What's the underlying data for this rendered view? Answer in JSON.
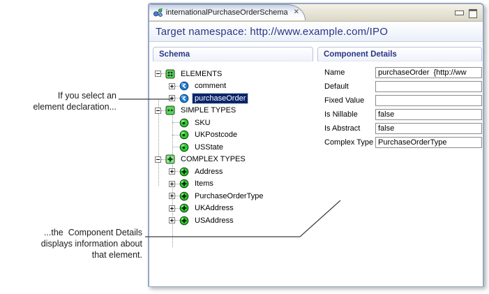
{
  "window": {
    "tab": {
      "title": "internationalPurchaseOrderSchema",
      "close_glyph": "✕",
      "icon": "schema-file-icon"
    },
    "header": {
      "target_namespace": "Target namespace: http://www.example.com/IPO"
    }
  },
  "schema_panel": {
    "title": "Schema",
    "tree": [
      {
        "label": "ELEMENTS",
        "depth": 0,
        "expander": "minus",
        "icon": "elements-group-icon",
        "selected": false
      },
      {
        "label": "comment",
        "depth": 1,
        "expander": "plus",
        "icon": "element-icon",
        "selected": false
      },
      {
        "label": "purchaseOrder",
        "depth": 1,
        "expander": "plus",
        "icon": "element-icon",
        "selected": true
      },
      {
        "label": "SIMPLE TYPES",
        "depth": 0,
        "expander": "minus",
        "icon": "simple-types-group-icon",
        "selected": false
      },
      {
        "label": "SKU",
        "depth": 1,
        "expander": "none",
        "icon": "simple-type-icon",
        "selected": false
      },
      {
        "label": "UKPostcode",
        "depth": 1,
        "expander": "none",
        "icon": "simple-type-icon",
        "selected": false
      },
      {
        "label": "USState",
        "depth": 1,
        "expander": "none",
        "icon": "simple-type-icon",
        "selected": false
      },
      {
        "label": "COMPLEX TYPES",
        "depth": 0,
        "expander": "minus",
        "icon": "complex-types-group-icon",
        "selected": false
      },
      {
        "label": "Address",
        "depth": 1,
        "expander": "plus",
        "icon": "complex-type-icon",
        "selected": false
      },
      {
        "label": "Items",
        "depth": 1,
        "expander": "plus",
        "icon": "complex-type-icon",
        "selected": false
      },
      {
        "label": "PurchaseOrderType",
        "depth": 1,
        "expander": "plus",
        "icon": "complex-type-icon",
        "selected": false
      },
      {
        "label": "UKAddress",
        "depth": 1,
        "expander": "plus",
        "icon": "complex-type-icon",
        "selected": false
      },
      {
        "label": "USAddress",
        "depth": 1,
        "expander": "plus",
        "icon": "complex-type-icon",
        "selected": false
      }
    ]
  },
  "details_panel": {
    "title": "Component Details",
    "fields": [
      {
        "label": "Name",
        "value": "purchaseOrder  {http://ww"
      },
      {
        "label": "Default",
        "value": ""
      },
      {
        "label": "Fixed Value",
        "value": ""
      },
      {
        "label": "Is Nillable",
        "value": "false"
      },
      {
        "label": "Is Abstract",
        "value": "false"
      },
      {
        "label": "Complex Type",
        "value": "PurchaseOrderType"
      }
    ]
  },
  "annotations": {
    "top_line1": "If you select an",
    "top_line2": "element declaration...",
    "bottom_line1": "...the  Component Details",
    "bottom_line2": "displays information about",
    "bottom_line3": "that element."
  },
  "colors": {
    "selection": "#0a246a",
    "header_text": "#2a3585",
    "window_border": "#97a6c4",
    "type_green": "#2ecc2e",
    "element_blue": "#1f7fd4"
  }
}
